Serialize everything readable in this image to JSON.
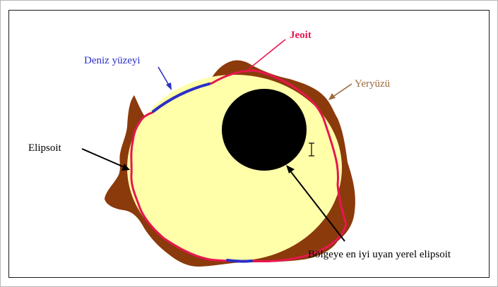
{
  "labels": {
    "deniz_yuzeyi": "Deniz yüzeyi",
    "jeoit": "Jeoit",
    "yeryuzu": "Yeryüzü",
    "elipsoit": "Elipsoit",
    "yerel_elipsoit": "Bölgeye en iyi uyan yerel elipsoit"
  },
  "colors": {
    "ellipsoid_fill": "#ffffaa",
    "earth_surface": "#8b3a0c",
    "geoid": "#e8164f",
    "sea_surface": "#2b2fc4",
    "local_ellipsoid": "#000000",
    "deniz_label": "#2b2fc4",
    "jeoit_label": "#e8164f",
    "yeryuzu_label": "#9a6a3c",
    "text_default": "#000000"
  },
  "icons": {
    "cursor": "text-cursor-icon"
  }
}
